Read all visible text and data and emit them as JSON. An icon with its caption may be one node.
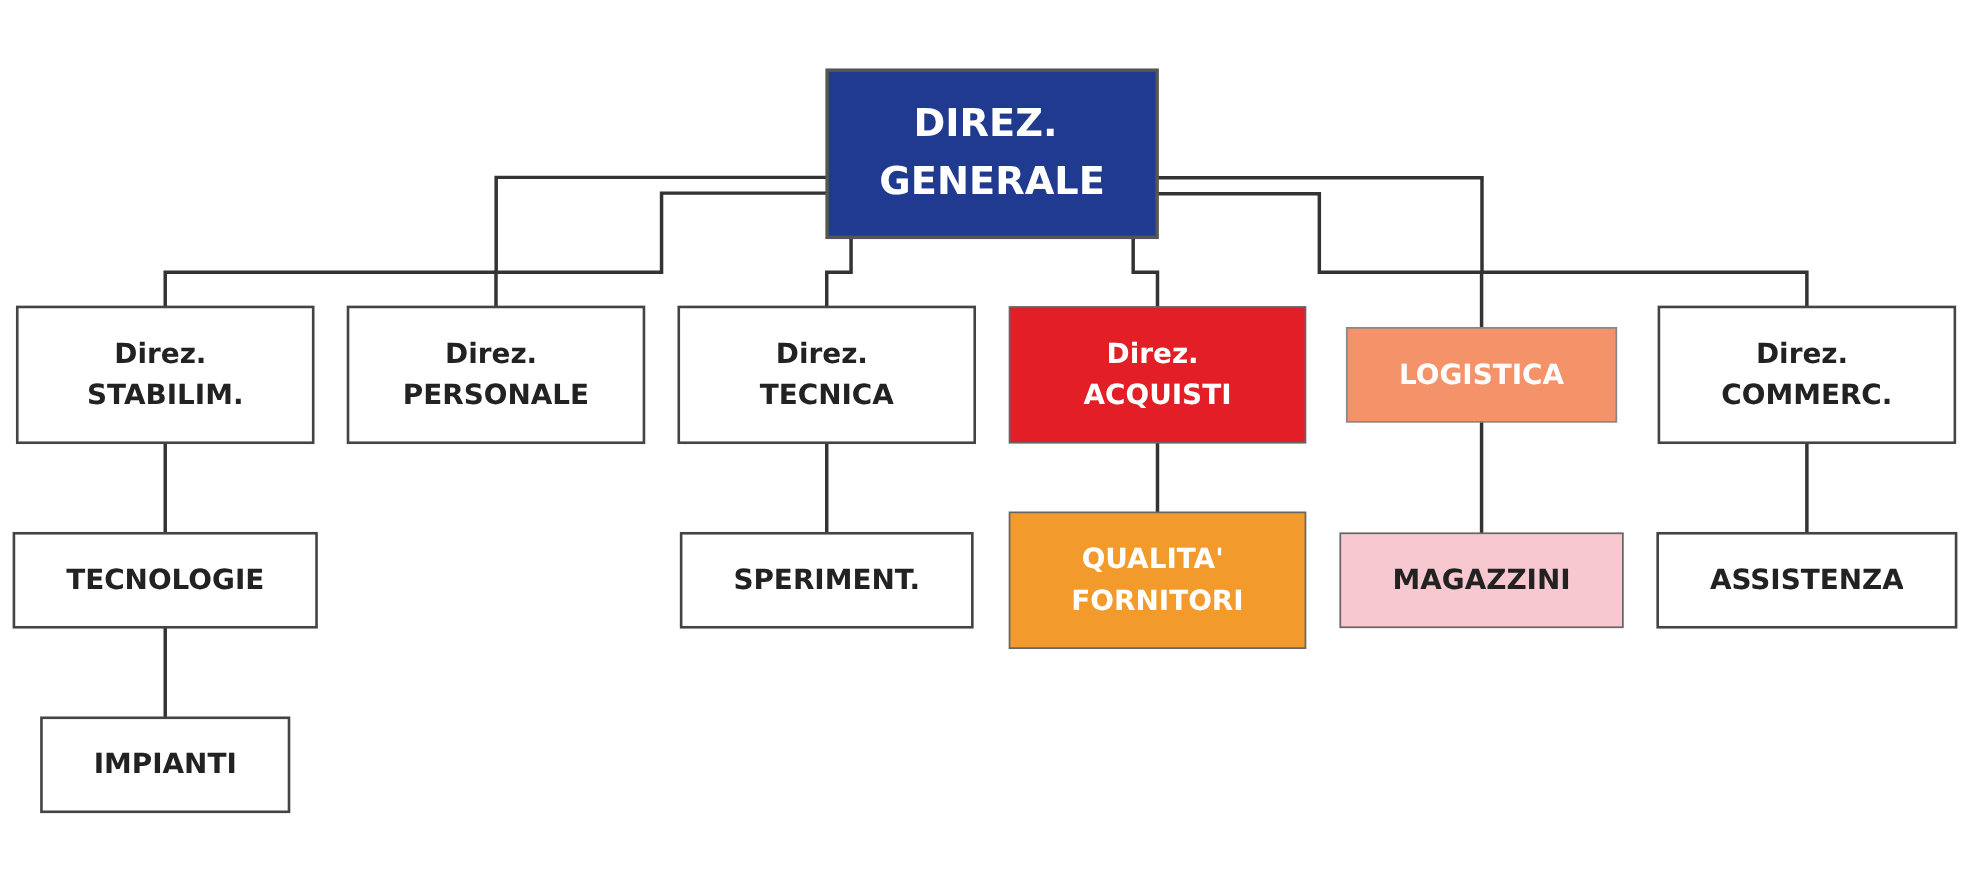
{
  "diagram": {
    "nodes": [
      {
        "text": [
          "DIREZ. GENERALE"
        ]
      },
      {
        "text": [
          "Direz. STABILIM."
        ]
      },
      {
        "text": [
          "Direz. PERSONALE"
        ]
      },
      {
        "text": [
          "Direz. TECNICA"
        ]
      },
      {
        "text": [
          "Direz. ACQUISTI"
        ]
      },
      {
        "text": [
          "LOGISTICA"
        ]
      },
      {
        "text": [
          "Direz. COMMERC."
        ]
      },
      {
        "text": [
          "TECNOLOGIE"
        ]
      },
      {
        "text": [
          "SPERIMENT."
        ]
      },
      {
        "text": [
          "QUALITA' FORNITORI"
        ]
      },
      {
        "text": [
          "MAGAZZINI"
        ]
      },
      {
        "text": [
          "ASSISTENZA"
        ]
      },
      {
        "text": [
          "IMPIANTI"
        ]
      }
    ],
    "edges": [
      {
        "from": 0,
        "to": 1,
        "arrow": "none"
      },
      {
        "from": 0,
        "to": 2,
        "arrow": "none"
      },
      {
        "from": 0,
        "to": 3,
        "arrow": "none"
      },
      {
        "from": 0,
        "to": 4,
        "arrow": "none"
      },
      {
        "from": 0,
        "to": 5,
        "arrow": "none"
      },
      {
        "from": 0,
        "to": 6,
        "arrow": "none"
      },
      {
        "from": 1,
        "to": 7,
        "arrow": "none"
      },
      {
        "from": 7,
        "to": 12,
        "arrow": "none"
      },
      {
        "from": 3,
        "to": 8,
        "arrow": "none"
      },
      {
        "from": 4,
        "to": 9,
        "arrow": "none"
      },
      {
        "from": 5,
        "to": 10,
        "arrow": "none"
      },
      {
        "from": 6,
        "to": 11,
        "arrow": "none"
      }
    ]
  }
}
